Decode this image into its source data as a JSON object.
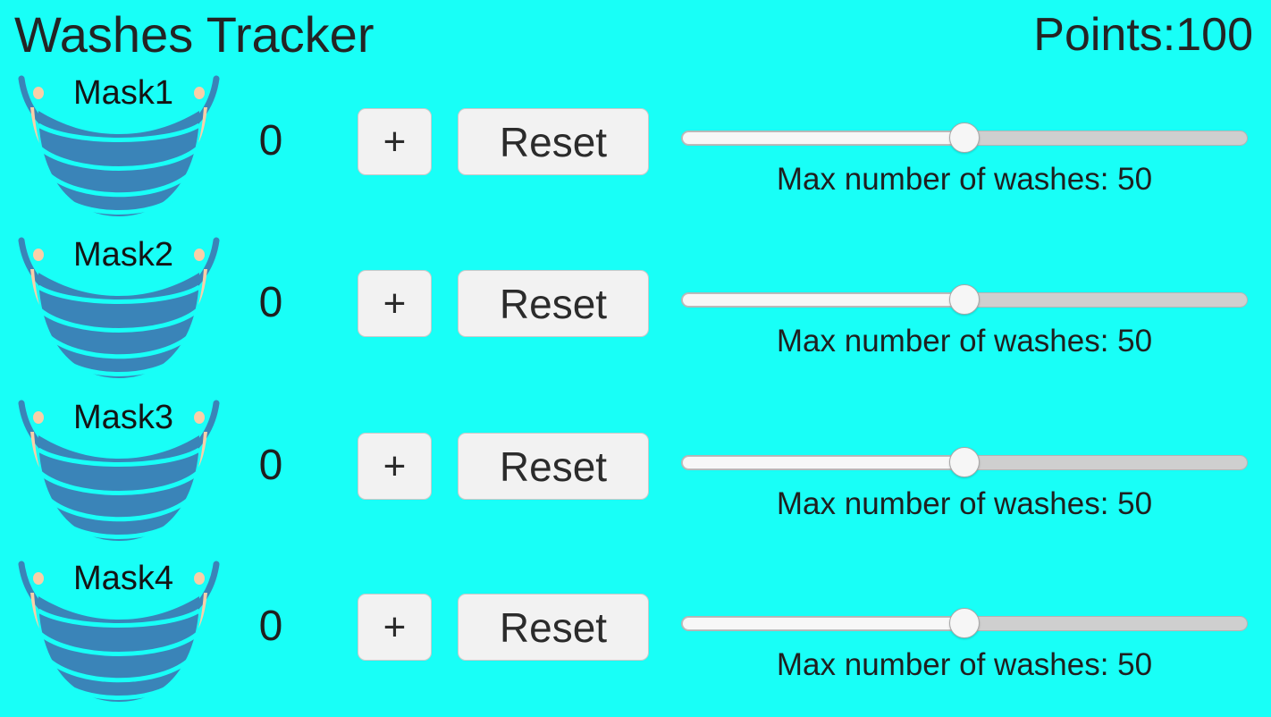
{
  "header": {
    "title": "Washes Tracker",
    "points_label": "Points:100"
  },
  "theme": {
    "background": "#18fff7",
    "text": "#1c1c1c",
    "button_bg": "#f2f2f2",
    "button_border": "#c9c9c9",
    "mask_body": "#3a84b8",
    "mask_pleat": "#18fff7",
    "mask_strap": "#3a84b8",
    "mask_ear": "#f9cfa8",
    "slider_track": "#cfcfcf",
    "slider_fill": "#f7f7f7",
    "slider_thumb": "#f6f6f6"
  },
  "rows": [
    {
      "mask_label": "Mask1",
      "mask_icon": "face-mask-icon",
      "count": "0",
      "increment_label": "+",
      "reset_label": "Reset",
      "slider_caption": "Max number of washes: 50",
      "slider_value": 50,
      "slider_min": 0,
      "slider_max": 100,
      "slider_percent": 50
    },
    {
      "mask_label": "Mask2",
      "mask_icon": "face-mask-icon",
      "count": "0",
      "increment_label": "+",
      "reset_label": "Reset",
      "slider_caption": "Max number of washes: 50",
      "slider_value": 50,
      "slider_min": 0,
      "slider_max": 100,
      "slider_percent": 50
    },
    {
      "mask_label": "Mask3",
      "mask_icon": "face-mask-icon",
      "count": "0",
      "increment_label": "+",
      "reset_label": "Reset",
      "slider_caption": "Max number of washes: 50",
      "slider_value": 50,
      "slider_min": 0,
      "slider_max": 100,
      "slider_percent": 50
    },
    {
      "mask_label": "Mask4",
      "mask_icon": "face-mask-icon",
      "count": "0",
      "increment_label": "+",
      "reset_label": "Reset",
      "slider_caption": "Max number of washes: 50",
      "slider_value": 50,
      "slider_min": 0,
      "slider_max": 100,
      "slider_percent": 50
    }
  ]
}
